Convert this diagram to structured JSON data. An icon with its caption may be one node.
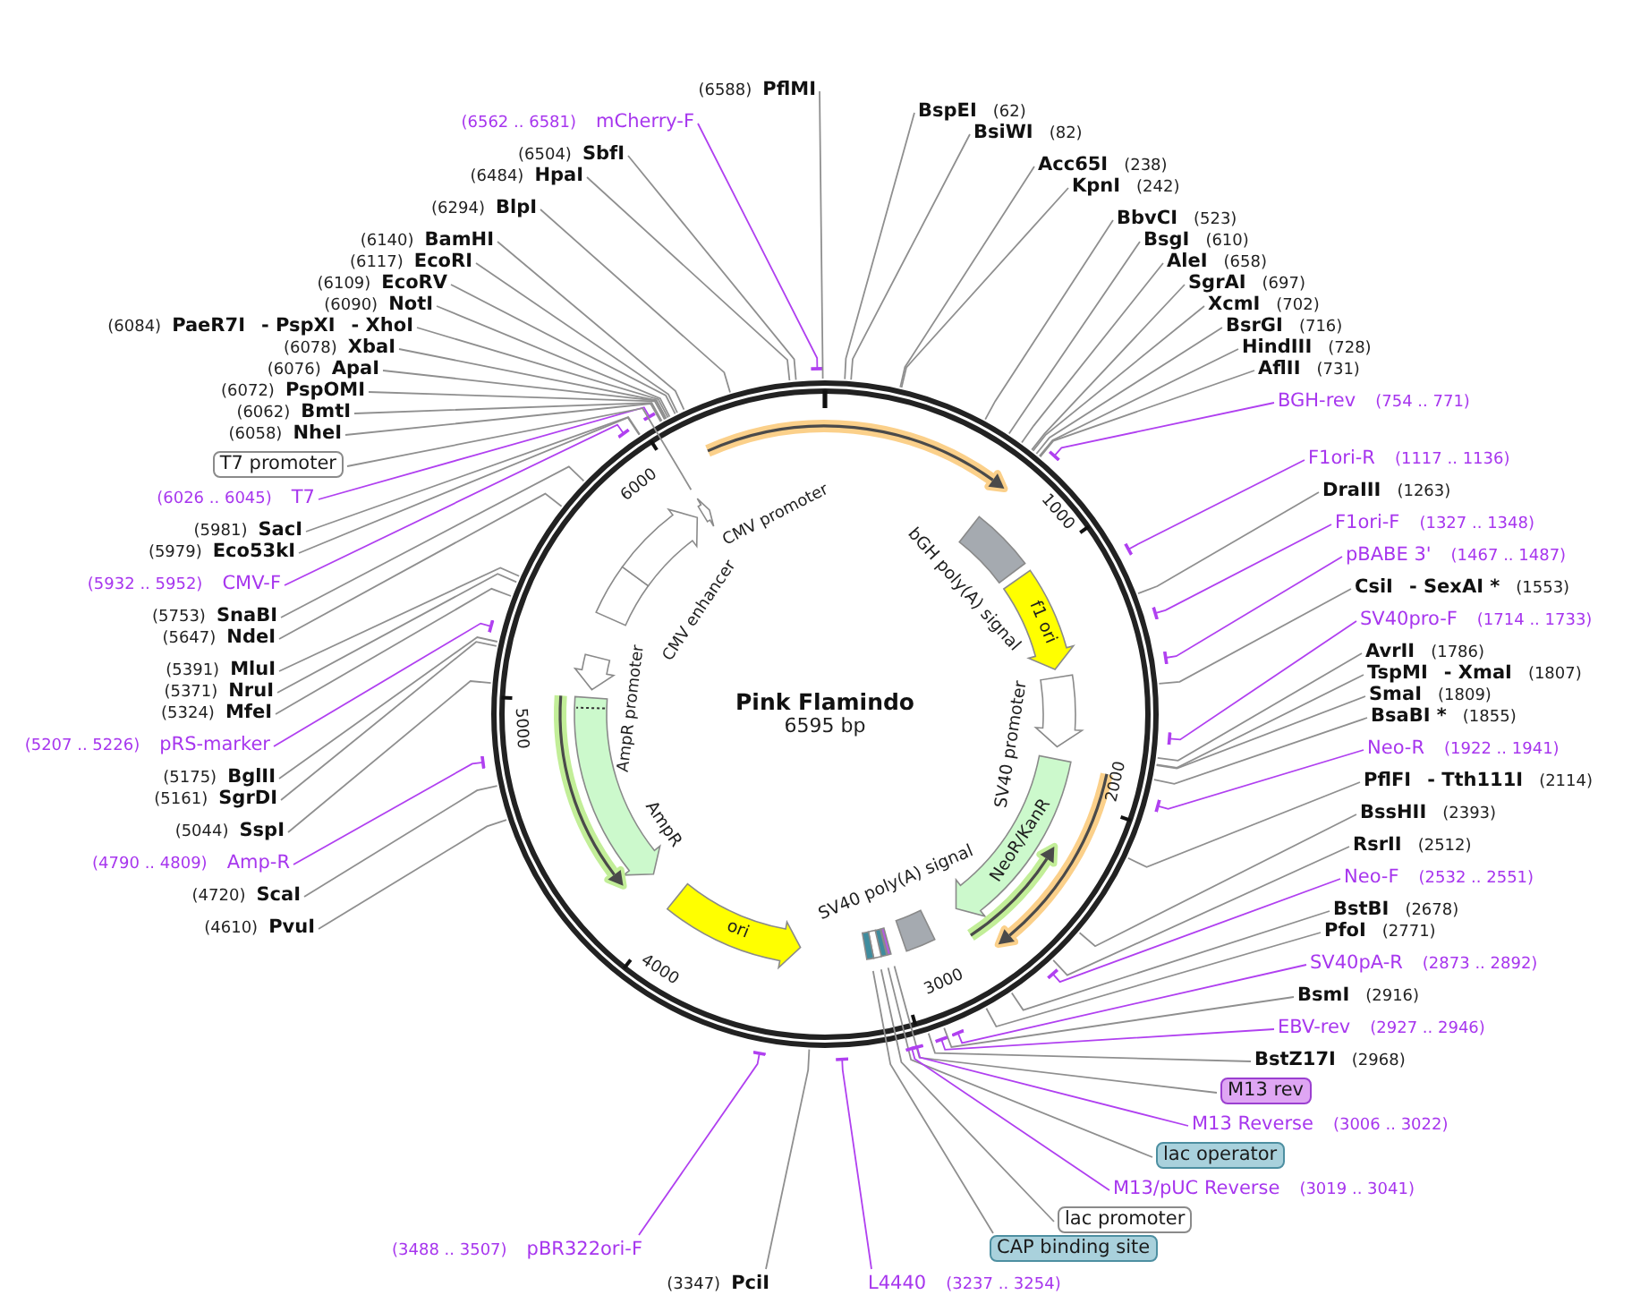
{
  "diagram": {
    "title": "Pink Flamindo",
    "nodes": [
      {
        "text": [
          "BspEI",
          "(62)"
        ]
      },
      {
        "text": [
          "BsiWI",
          "(82)"
        ]
      },
      {
        "text": [
          "Acc65I",
          "(238)"
        ]
      },
      {
        "text": [
          "KpnI",
          "(242)"
        ]
      },
      {
        "text": [
          "BbvCI",
          "(523)"
        ]
      },
      {
        "text": [
          "BsgI",
          "(610)"
        ]
      },
      {
        "text": [
          "AleI",
          "(658)"
        ]
      },
      {
        "text": [
          "SgrAI",
          "(697)"
        ]
      },
      {
        "text": [
          "XcmI",
          "(702)"
        ]
      },
      {
        "text": [
          "BsrGI",
          "(716)"
        ]
      },
      {
        "text": [
          "HindIII",
          "(728)"
        ]
      },
      {
        "text": [
          "AflII",
          "(731)"
        ]
      },
      {
        "text": [
          "BGH-rev",
          "(754 .. 771)"
        ]
      },
      {
        "text": [
          "F1ori-R",
          "(1117 .. 1136)"
        ]
      },
      {
        "text": [
          "DraIII",
          "(1263)"
        ]
      },
      {
        "text": [
          "F1ori-F",
          "(1327 .. 1348)"
        ]
      },
      {
        "text": [
          "pBABE 3'",
          "(1467 .. 1487)"
        ]
      },
      {
        "text": [
          "CsiI",
          "- SexAI *",
          "(1553)"
        ]
      },
      {
        "text": [
          "SV40pro-F",
          "(1714 .. 1733)"
        ]
      },
      {
        "text": [
          "AvrII",
          "(1786)"
        ]
      },
      {
        "text": [
          "TspMI",
          "- XmaI",
          "(1807)"
        ]
      },
      {
        "text": [
          "SmaI",
          "(1809)"
        ]
      },
      {
        "text": [
          "BsaBI *",
          "(1855)"
        ]
      },
      {
        "text": [
          "Neo-R",
          "(1922 .. 1941)"
        ]
      },
      {
        "text": [
          "PflFI",
          "- Tth111I",
          "(2114)"
        ]
      },
      {
        "text": [
          "BssHII",
          "(2393)"
        ]
      },
      {
        "text": [
          "RsrII",
          "(2512)"
        ]
      },
      {
        "text": [
          "Neo-F",
          "(2532 .. 2551)"
        ]
      },
      {
        "text": [
          "BstBI",
          "(2678)"
        ]
      },
      {
        "text": [
          "PfoI",
          "(2771)"
        ]
      },
      {
        "text": [
          "SV40pA-R",
          "(2873 .. 2892)"
        ]
      },
      {
        "text": [
          "BsmI",
          "(2916)"
        ]
      },
      {
        "text": [
          "EBV-rev",
          "(2927 .. 2946)"
        ]
      },
      {
        "text": [
          "BstZ17I",
          "(2968)"
        ]
      },
      {
        "text": [
          "M13 rev"
        ]
      },
      {
        "text": [
          "M13 Reverse",
          "(3006 .. 3022)"
        ]
      },
      {
        "text": [
          "lac operator"
        ]
      },
      {
        "text": [
          "M13/pUC Reverse",
          "(3019 .. 3041)"
        ]
      },
      {
        "text": [
          "lac promoter"
        ]
      },
      {
        "text": [
          "CAP binding site"
        ]
      },
      {
        "text": [
          "L4440",
          "(3237 .. 3254)"
        ]
      },
      {
        "text": [
          "(3347)",
          "PciI"
        ]
      },
      {
        "text": [
          "(3488 .. 3507)",
          "pBR322ori-F"
        ]
      },
      {
        "text": [
          "(4610)",
          "PvuI"
        ]
      },
      {
        "text": [
          "(4720)",
          "ScaI"
        ]
      },
      {
        "text": [
          "(4790 .. 4809)",
          "Amp-R"
        ]
      },
      {
        "text": [
          "(5044)",
          "SspI"
        ]
      },
      {
        "text": [
          "(5161)",
          "SgrDI"
        ]
      },
      {
        "text": [
          "(5175)",
          "BglII"
        ]
      },
      {
        "text": [
          "(5207 .. 5226)",
          "pRS-marker"
        ]
      },
      {
        "text": [
          "(5324)",
          "MfeI"
        ]
      },
      {
        "text": [
          "(5371)",
          "NruI"
        ]
      },
      {
        "text": [
          "(5391)",
          "MluI"
        ]
      },
      {
        "text": [
          "(5647)",
          "NdeI"
        ]
      },
      {
        "text": [
          "(5753)",
          "SnaBI"
        ]
      },
      {
        "text": [
          "(5932 .. 5952)",
          "CMV-F"
        ]
      },
      {
        "text": [
          "(5979)",
          "Eco53kI"
        ]
      },
      {
        "text": [
          "(5981)",
          "SacI"
        ]
      },
      {
        "text": [
          "(6026 .. 6045)",
          "T7"
        ]
      },
      {
        "text": [
          "T7 promoter"
        ]
      },
      {
        "text": [
          "(6058)",
          "NheI"
        ]
      },
      {
        "text": [
          "(6062)",
          "BmtI"
        ]
      },
      {
        "text": [
          "(6072)",
          "PspOMI"
        ]
      },
      {
        "text": [
          "(6076)",
          "ApaI"
        ]
      },
      {
        "text": [
          "(6078)",
          "XbaI"
        ]
      },
      {
        "text": [
          "(6084)",
          "PaeR7I",
          "- PspXI",
          "- XhoI"
        ]
      },
      {
        "text": [
          "(6090)",
          "NotI"
        ]
      },
      {
        "text": [
          "(6109)",
          "EcoRV"
        ]
      },
      {
        "text": [
          "(6117)",
          "EcoRI"
        ]
      },
      {
        "text": [
          "(6140)",
          "BamHI"
        ]
      },
      {
        "text": [
          "(6294)",
          "BlpI"
        ]
      },
      {
        "text": [
          "(6484)",
          "HpaI"
        ]
      },
      {
        "text": [
          "(6504)",
          "SbfI"
        ]
      },
      {
        "text": [
          "(6562 .. 6581)",
          "mCherry-F"
        ]
      },
      {
        "text": [
          "(6588)",
          "PflMI"
        ]
      }
    ],
    "edges": [
      {
        "from": 0,
        "to": null,
        "arrow": "none"
      },
      {
        "from": 1,
        "to": null,
        "arrow": "none"
      },
      {
        "from": 2,
        "to": null,
        "arrow": "none"
      },
      {
        "from": 3,
        "to": null,
        "arrow": "none"
      },
      {
        "from": 4,
        "to": null,
        "arrow": "none"
      },
      {
        "from": 5,
        "to": null,
        "arrow": "none"
      },
      {
        "from": 6,
        "to": null,
        "arrow": "none"
      },
      {
        "from": 7,
        "to": null,
        "arrow": "none"
      },
      {
        "from": 8,
        "to": null,
        "arrow": "none"
      },
      {
        "from": 9,
        "to": null,
        "arrow": "none"
      },
      {
        "from": 10,
        "to": null,
        "arrow": "none"
      },
      {
        "from": 11,
        "to": null,
        "arrow": "none"
      },
      {
        "from": 12,
        "to": null,
        "arrow": "other",
        "color": "#b040f0"
      },
      {
        "from": 13,
        "to": null,
        "arrow": "other",
        "color": "#b040f0"
      },
      {
        "from": 14,
        "to": null,
        "arrow": "none"
      },
      {
        "from": 15,
        "to": null,
        "arrow": "other",
        "color": "#b040f0"
      },
      {
        "from": 16,
        "to": null,
        "arrow": "other",
        "color": "#b040f0"
      },
      {
        "from": 17,
        "to": null,
        "arrow": "none"
      },
      {
        "from": 18,
        "to": null,
        "arrow": "other",
        "color": "#b040f0"
      },
      {
        "from": 19,
        "to": null,
        "arrow": "none"
      },
      {
        "from": 20,
        "to": null,
        "arrow": "none"
      },
      {
        "from": 21,
        "to": null,
        "arrow": "none"
      },
      {
        "from": 22,
        "to": null,
        "arrow": "none"
      },
      {
        "from": 23,
        "to": null,
        "arrow": "other",
        "color": "#b040f0"
      },
      {
        "from": 24,
        "to": null,
        "arrow": "none"
      },
      {
        "from": 25,
        "to": null,
        "arrow": "none"
      },
      {
        "from": 26,
        "to": null,
        "arrow": "none"
      },
      {
        "from": 27,
        "to": null,
        "arrow": "other",
        "color": "#b040f0"
      },
      {
        "from": 28,
        "to": null,
        "arrow": "none"
      },
      {
        "from": 29,
        "to": null,
        "arrow": "none"
      },
      {
        "from": 30,
        "to": null,
        "arrow": "other",
        "color": "#b040f0"
      },
      {
        "from": 31,
        "to": null,
        "arrow": "none"
      },
      {
        "from": 32,
        "to": null,
        "arrow": "other",
        "color": "#b040f0"
      },
      {
        "from": 33,
        "to": null,
        "arrow": "none"
      },
      {
        "from": 34,
        "to": null,
        "arrow": "none"
      },
      {
        "from": 35,
        "to": null,
        "arrow": "other",
        "color": "#b040f0"
      },
      {
        "from": 36,
        "to": null,
        "arrow": "none"
      },
      {
        "from": 37,
        "to": null,
        "arrow": "other",
        "color": "#b040f0"
      },
      {
        "from": 38,
        "to": null,
        "arrow": "none"
      },
      {
        "from": 39,
        "to": null,
        "arrow": "none"
      },
      {
        "from": 40,
        "to": null,
        "arrow": "other",
        "color": "#b040f0"
      },
      {
        "from": 41,
        "to": null,
        "arrow": "none"
      },
      {
        "from": 42,
        "to": null,
        "arrow": "other",
        "color": "#b040f0"
      },
      {
        "from": 43,
        "to": null,
        "arrow": "none"
      },
      {
        "from": 44,
        "to": null,
        "arrow": "none"
      },
      {
        "from": 45,
        "to": null,
        "arrow": "other",
        "color": "#b040f0"
      },
      {
        "from": 46,
        "to": null,
        "arrow": "none"
      },
      {
        "from": 47,
        "to": null,
        "arrow": "none"
      },
      {
        "from": 48,
        "to": null,
        "arrow": "none"
      },
      {
        "from": 49,
        "to": null,
        "arrow": "other",
        "color": "#b040f0"
      },
      {
        "from": 50,
        "to": null,
        "arrow": "none"
      },
      {
        "from": 51,
        "to": null,
        "arrow": "none"
      },
      {
        "from": 52,
        "to": null,
        "arrow": "none"
      },
      {
        "from": 53,
        "to": null,
        "arrow": "none"
      },
      {
        "from": 54,
        "to": null,
        "arrow": "none"
      },
      {
        "from": 55,
        "to": null,
        "arrow": "other",
        "color": "#b040f0"
      },
      {
        "from": 56,
        "to": null,
        "arrow": "none"
      },
      {
        "from": 57,
        "to": null,
        "arrow": "none"
      },
      {
        "from": 58,
        "to": null,
        "arrow": "other",
        "color": "#b040f0"
      },
      {
        "from": 59,
        "to": null,
        "arrow": "none"
      },
      {
        "from": 60,
        "to": null,
        "arrow": "none"
      },
      {
        "from": 61,
        "to": null,
        "arrow": "none"
      },
      {
        "from": 62,
        "to": null,
        "arrow": "none"
      },
      {
        "from": 63,
        "to": null,
        "arrow": "none"
      },
      {
        "from": 64,
        "to": null,
        "arrow": "none"
      },
      {
        "from": 65,
        "to": null,
        "arrow": "none"
      },
      {
        "from": 66,
        "to": null,
        "arrow": "none"
      },
      {
        "from": 67,
        "to": null,
        "arrow": "none"
      },
      {
        "from": 68,
        "to": null,
        "arrow": "none"
      },
      {
        "from": 69,
        "to": null,
        "arrow": "none"
      },
      {
        "from": 70,
        "to": null,
        "arrow": "none"
      },
      {
        "from": 71,
        "to": null,
        "arrow": "none"
      },
      {
        "from": 72,
        "to": null,
        "arrow": "none"
      },
      {
        "from": 73,
        "to": null,
        "arrow": "other",
        "color": "#b040f0"
      },
      {
        "from": 74,
        "to": null,
        "arrow": "none"
      }
    ],
    "labels": [
      "6595 bp",
      "1000",
      "2000",
      "3000",
      "4000",
      "5000",
      "6000",
      "bGH poly(A) signal",
      "f1 ori",
      "SV40 promoter",
      "NeoR/KanR",
      "SV40 poly(A) signal",
      "ori",
      "AmpR",
      "AmpR promoter",
      "CMV enhancer",
      "CMV promoter"
    ]
  }
}
